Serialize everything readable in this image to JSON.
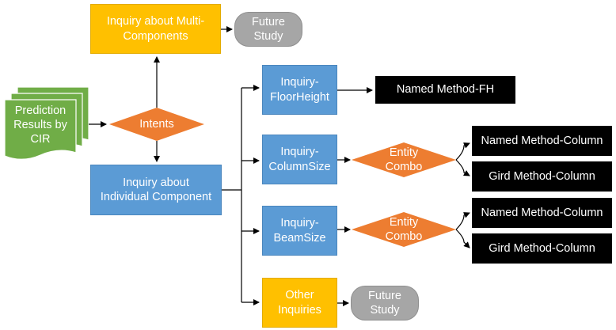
{
  "colors": {
    "process_blue": "#5b9bd5",
    "highlight_yellow": "#ffc000",
    "decision_orange": "#ed7d31",
    "document_green": "#70ad47",
    "terminal_grey": "#a6a6a6",
    "result_black": "#000000"
  },
  "nodes": {
    "prediction": "Prediction\nResults by\nCIR",
    "intents": "Intents",
    "multi": "Inquiry about Multi-\nComponents",
    "future1": "Future\nStudy",
    "individual": "Inquiry about\nIndividual Component",
    "floor": "Inquiry-\nFloorHeight",
    "named_fh": "Named Method-FH",
    "column": "Inquiry-\nColumnSize",
    "entity1": "Entity\nCombo",
    "named_col1": "Named Method-Column",
    "gird_col1": "Gird Method-Column",
    "beam": "Inquiry-\nBeamSize",
    "entity2": "Entity\nCombo",
    "named_col2": "Named Method-Column",
    "gird_col2": "Gird Method-Column",
    "other": "Other\nInquiries",
    "future2": "Future\nStudy"
  }
}
